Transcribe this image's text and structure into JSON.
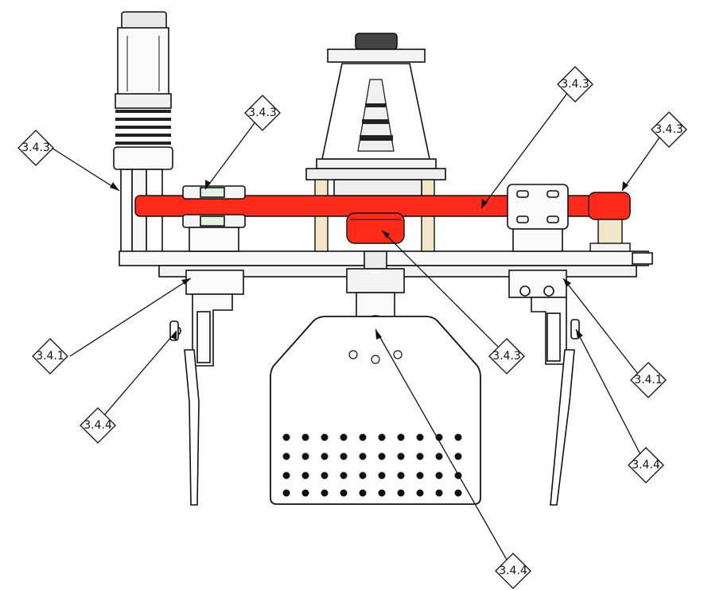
{
  "drawing": {
    "labels": [
      {
        "id": "motor-left",
        "text": "3.4.3"
      },
      {
        "id": "bracket-left",
        "text": "3.4.3"
      },
      {
        "id": "belt-top",
        "text": "3.4.3"
      },
      {
        "id": "pulley-right",
        "text": "3.4.3"
      },
      {
        "id": "hub-center",
        "text": "3.4.3"
      },
      {
        "id": "mount-left",
        "text": "3.4.1"
      },
      {
        "id": "mount-right",
        "text": "3.4.1"
      },
      {
        "id": "knob-left",
        "text": "3.4.4"
      },
      {
        "id": "knob-right",
        "text": "3.4.4"
      },
      {
        "id": "pivot-bottom",
        "text": "3.4.4"
      }
    ],
    "colors": {
      "highlight": "#ff2a1a",
      "line": "#111111",
      "part_fill": "#f4f4f4",
      "wood": "#f2e6c8",
      "glass": "#dff3df"
    }
  }
}
